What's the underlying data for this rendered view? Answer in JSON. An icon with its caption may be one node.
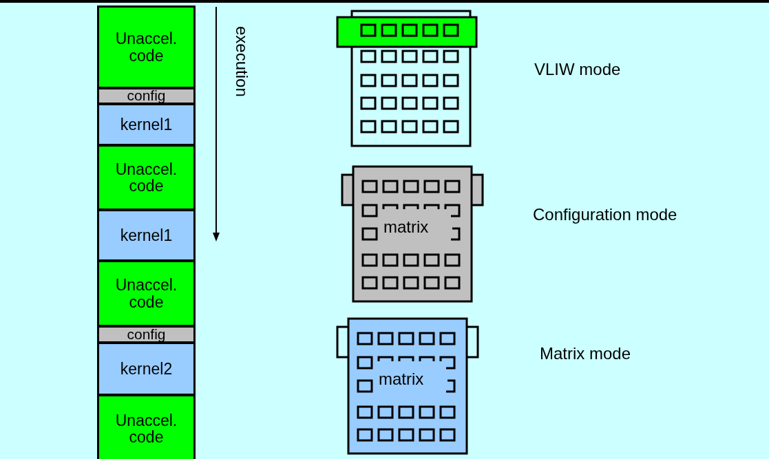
{
  "diagram": {
    "nodes": [
      {
        "text": [
          "Unaccel. code"
        ]
      },
      {
        "text": [
          "config"
        ]
      },
      {
        "text": [
          "kernel1"
        ]
      },
      {
        "text": [
          "Unaccel. code"
        ]
      },
      {
        "text": [
          "kernel1"
        ]
      },
      {
        "text": [
          "Unaccel. code"
        ]
      },
      {
        "text": [
          "config"
        ]
      },
      {
        "text": [
          "kernel2"
        ]
      },
      {
        "text": [
          "Unaccel. code"
        ]
      },
      {
        "text": [],
        "shape": "box",
        "beside": [
          "VLIW mode"
        ]
      },
      {
        "text": [
          "matrix"
        ],
        "beside": [
          "Configuration mode"
        ]
      },
      {
        "text": [
          "matrix"
        ],
        "beside": [
          "Matrix mode"
        ]
      }
    ],
    "labels": [
      "execution"
    ]
  }
}
